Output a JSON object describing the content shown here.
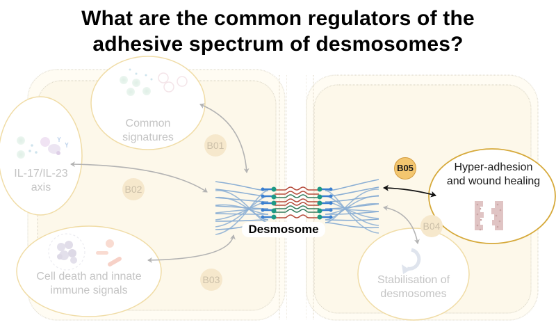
{
  "title": {
    "line1": "What are the common regulators of the",
    "line2": "adhesive spectrum of desmosomes?"
  },
  "center": {
    "label": "Desmosome"
  },
  "colors": {
    "cell_fill": "#fdf8ea",
    "cell_border": "#e3dfd2",
    "bubble_border": "#efd9a0",
    "active_bubble_border": "#d6a93a",
    "badge_faded": "#f6e8cc",
    "badge_active": "#f3c66f",
    "filament": "#8aaed4",
    "cadherin_red": "#b54a3a",
    "cadherin_green": "#2f7a5a",
    "plaque_blue": "#3a7fd0",
    "plaque_teal": "#1e9a84",
    "arrow_faded": "#b3b3b3",
    "arrow_active": "#111111"
  },
  "regulators": [
    {
      "id": "B01",
      "label_line1": "Common",
      "label_line2": "signatures",
      "state": "faded"
    },
    {
      "id": "B02",
      "label_line1": "IL-17/IL-23",
      "label_line2": "axis",
      "state": "faded"
    },
    {
      "id": "B03",
      "label_line1": "Cell death and innate",
      "label_line2": "immune signals",
      "state": "faded"
    },
    {
      "id": "B04",
      "label_line1": "Stabilisation of",
      "label_line2": "desmosomes",
      "state": "faded"
    },
    {
      "id": "B05",
      "label_line1": "Hyper-adhesion",
      "label_line2": "and wound healing",
      "state": "active"
    }
  ]
}
